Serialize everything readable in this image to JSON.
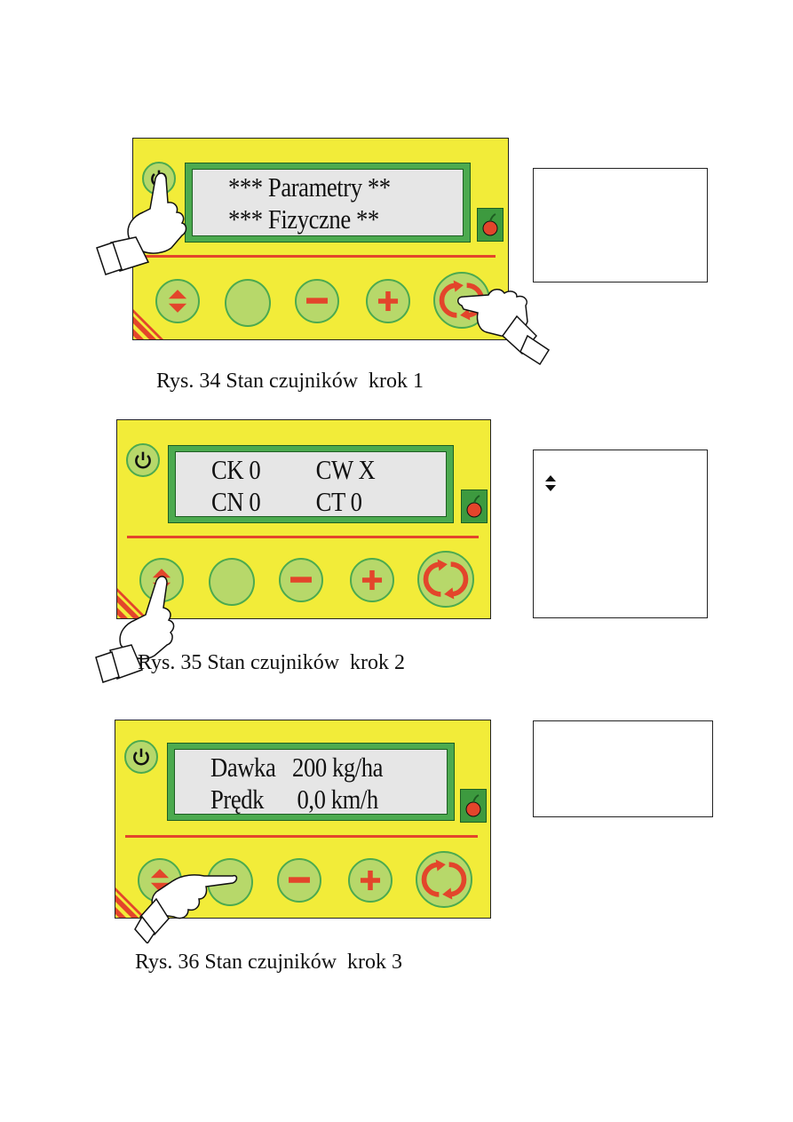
{
  "figures": [
    {
      "id": "fig34",
      "lcd_line1": "*** Parametry **",
      "lcd_line2": "*** Fizyczne **",
      "caption": "Rys. 34 Stan czujników  krok 1"
    },
    {
      "id": "fig35",
      "lcd_line1": "CK 0          CW X",
      "lcd_line2": "CN 0          CT 0",
      "caption": "Rys. 35 Stan czujników  krok 2"
    },
    {
      "id": "fig36",
      "lcd_line1": "Dawka   200 kg/ha",
      "lcd_line2": "Prędk      0,0 km/h",
      "caption": "Rys. 36 Stan czujników  krok 3"
    }
  ],
  "colors": {
    "panel": "#f2ec39",
    "lcd_frame": "#4caa4f",
    "button": "#b7d86a",
    "accent_red": "#e3452b"
  },
  "icons": [
    "power-icon",
    "up-down-arrows-icon",
    "minus-icon",
    "plus-icon",
    "cycle-arrows-icon",
    "tomato-logo-icon",
    "pointing-hand-icon"
  ]
}
